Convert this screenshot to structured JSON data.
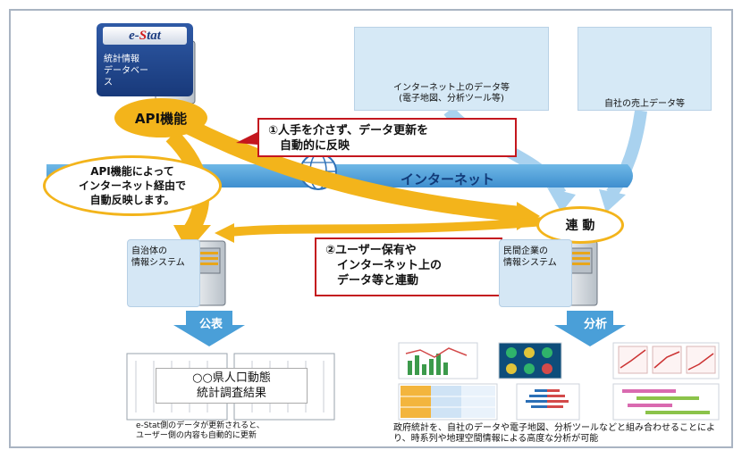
{
  "estat": {
    "logo_prefix": "e-",
    "logo_highlight": "S",
    "logo_suffix": "tat",
    "db_label": "統計情報\nデータベース"
  },
  "api": {
    "label": "API機能",
    "note": "API機能によって\nインターネット経由で\n自動反映します。"
  },
  "callouts": {
    "first": "①人手を介さず、データ更新を\n　自動的に反映",
    "second": "②ユーザー保有や\n　インターネット上の\n　データ等と連動"
  },
  "internet": {
    "label": "インターネット"
  },
  "link": {
    "label": "連 動"
  },
  "cards": {
    "net_data": "インターネット上のデータ等\n(電子地図、分析ツール等)",
    "sales_data": "自社の売上データ等"
  },
  "systems": {
    "local": "自治体の\n情報システム",
    "private": "民間企業の\n情報システム"
  },
  "arrows": {
    "publish": "公表",
    "analysis": "分析"
  },
  "results": {
    "title": "○○県人口動態\n統計調査結果",
    "caption_left": "e-Stat側のデータが更新されると、\nユーザー側の内容も自動的に更新",
    "caption_right": "政府統計を、自社のデータや電子地図、分析ツールなどと組み合わせることにより、時系列や地理空間情報による高度な分析が可能"
  },
  "colors": {
    "accent_yellow": "#f3b41b",
    "callout_red": "#c4171e",
    "internet_blue": "#5aa7dd",
    "arrow_blue": "#4a9fd8"
  }
}
